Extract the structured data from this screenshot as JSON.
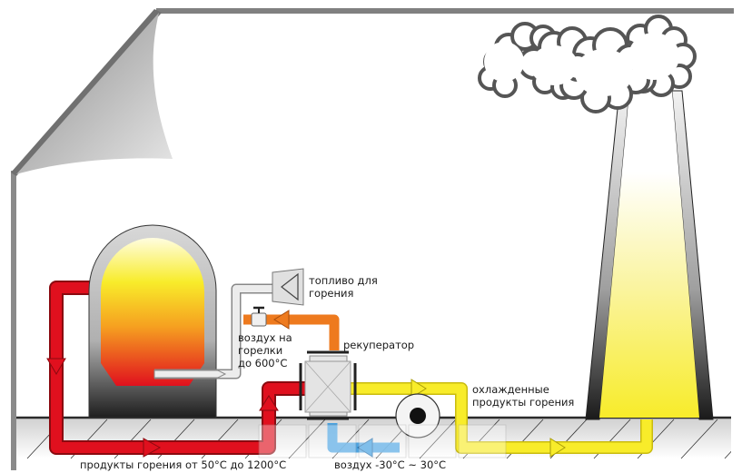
{
  "diagram": {
    "title": "Heat recovery system for combustion products",
    "colors": {
      "hot_flue": "#e0101e",
      "preheated_air": "#ee7a1e",
      "cooled_flue": "#f8ec2a",
      "cold_air": "#3a9be0",
      "casing_gray": "#d4d4d4",
      "outline": "#2a2a2a",
      "cloud": "#555555"
    },
    "labels": {
      "fuel": "топливо для\nгорения",
      "burner_air": "воздух на\nгорелки\nдо 600°C",
      "recuperator": "рекуператор",
      "cooled_products": "охлажденные\nпродукты горения",
      "combustion_products": "продукты горения от 50°C до 1200°C",
      "intake_air": "воздух -30°C ~ 30°C"
    },
    "components": [
      {
        "id": "furnace",
        "name": "Furnace"
      },
      {
        "id": "fuel-burner",
        "name": "Fuel burner"
      },
      {
        "id": "air-valve",
        "name": "Air valve"
      },
      {
        "id": "recuperator",
        "name": "Recuperator"
      },
      {
        "id": "fan",
        "name": "Fan"
      },
      {
        "id": "chimney",
        "name": "Chimney"
      },
      {
        "id": "smoke-clouds",
        "name": "Smoke clouds"
      }
    ],
    "flows": [
      {
        "id": "hot-flue",
        "from": "furnace",
        "to": "recuperator",
        "medium": "combustion products"
      },
      {
        "id": "preheated-air",
        "from": "recuperator",
        "to": "fuel-burner",
        "medium": "air"
      },
      {
        "id": "cooled-flue",
        "from": "recuperator",
        "to": "chimney",
        "medium": "cooled combustion products"
      },
      {
        "id": "cold-air",
        "from": "outside",
        "to": "recuperator",
        "medium": "air"
      }
    ]
  }
}
